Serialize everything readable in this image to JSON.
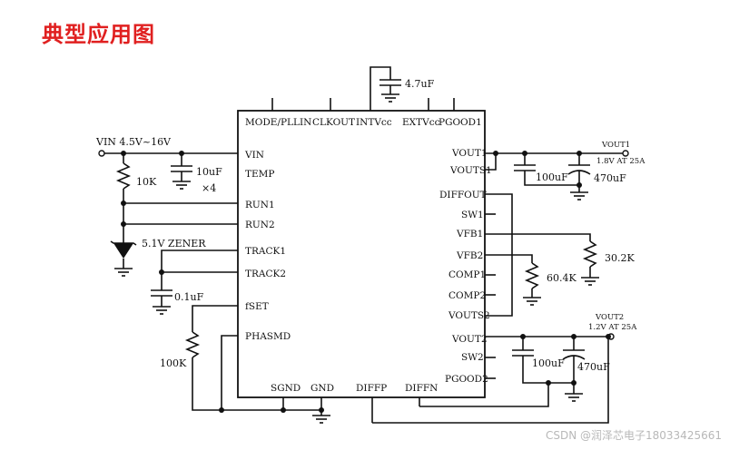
{
  "title": "典型应用图",
  "watermark": "CSDN @润泽芯电子18033425661",
  "ic": {
    "top_pins": [
      "MODE/PLLIN",
      "CLKOUT",
      "INTVcc",
      "EXTVcc",
      "PGOOD1"
    ],
    "left_pins": [
      "VIN",
      "TEMP",
      "RUN1",
      "RUN2",
      "TRACK1",
      "TRACK2",
      "fSET",
      "PHASMD"
    ],
    "right_pins": [
      "VOUT1",
      "VOUTS1",
      "DIFFOUT",
      "SW1",
      "VFB1",
      "VFB2",
      "COMP1",
      "COMP2",
      "VOUTS2",
      "VOUT2",
      "SW2",
      "PGOOD2"
    ],
    "bottom_pins": [
      "SGND",
      "GND",
      "DIFFP",
      "DIFFN"
    ]
  },
  "components": {
    "vin_label": "VIN 4.5V~16V",
    "r_10k": "10K",
    "c_in": "10uF",
    "c_in_count": "×4",
    "zener": "5.1V ZENER",
    "c_track": "0.1uF",
    "r_100k": "100K",
    "c_intvcc": "4.7uF",
    "vout1_label": "VOUT1",
    "vout1_spec": "1.8V AT 25A",
    "c_out1_a": "100uF",
    "c_out1_b": "470uF",
    "r_30k": "30.2K",
    "r_60k": "60.4K",
    "vout2_label": "VOUT2",
    "vout2_spec": "1.2V AT 25A",
    "c_out2_a": "100uF",
    "c_out2_b": "470uF"
  }
}
